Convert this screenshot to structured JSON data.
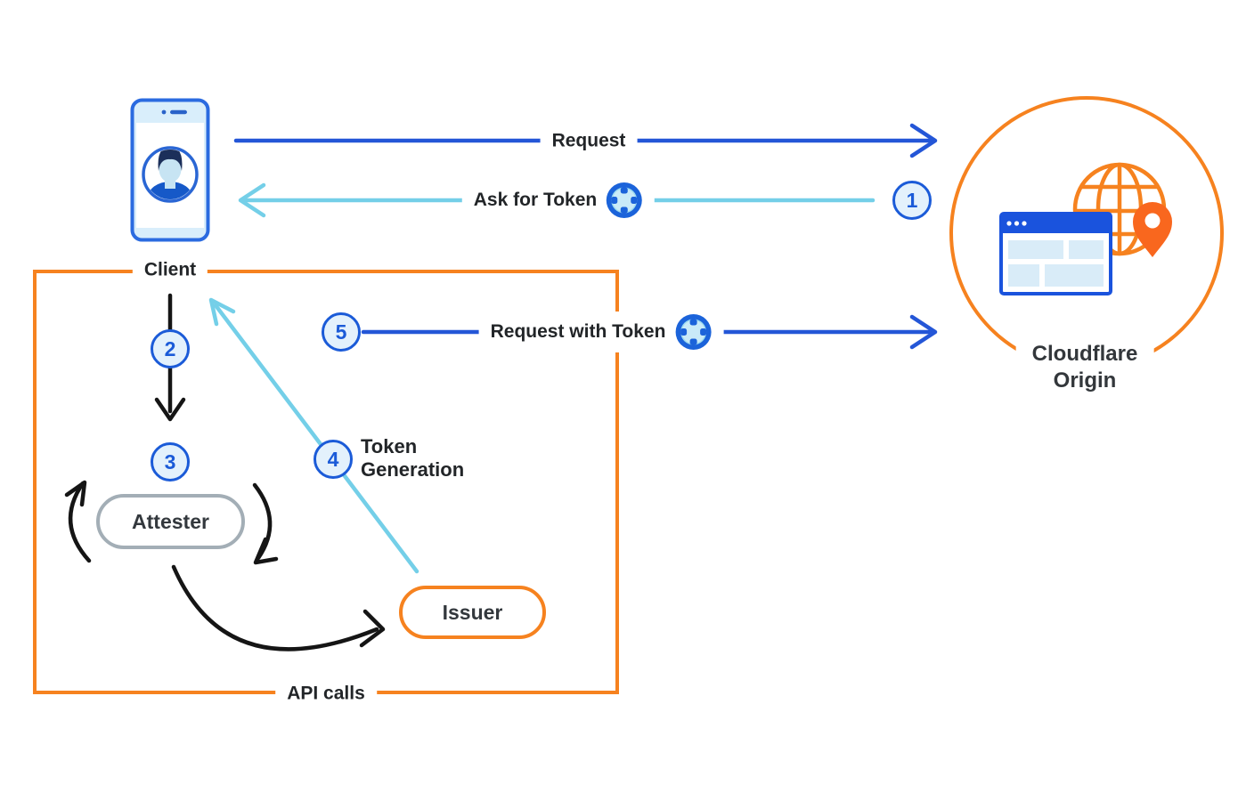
{
  "nodes": {
    "client": {
      "label": "Client"
    },
    "cloudflare_origin": {
      "label_line1": "Cloudflare",
      "label_line2": "Origin"
    },
    "attester": {
      "label": "Attester"
    },
    "issuer": {
      "label": "Issuer"
    }
  },
  "arrows": {
    "request": {
      "label": "Request"
    },
    "ask_for_token": {
      "label": "Ask for Token"
    },
    "request_with_token": {
      "label": "Request with Token"
    },
    "token_generation": {
      "label_line1": "Token",
      "label_line2": "Generation"
    },
    "api_calls": {
      "label": "API calls"
    }
  },
  "steps": [
    "1",
    "2",
    "3",
    "4",
    "5"
  ],
  "icons": {
    "client": "phone-user-icon",
    "token": "token-chip-icon",
    "origin": "globe-browser-pin-icon"
  },
  "colors": {
    "arrow_blue": "#2456d7",
    "arrow_light_blue": "#74cfe8",
    "orange": "#f6821f",
    "black": "#151515",
    "badge_blue": "#1b5bd8",
    "badge_fill": "#e3f1fc",
    "token_outer": "#1b63da",
    "token_inner": "#c9eaf8",
    "gray_border": "#a3aeb6"
  }
}
